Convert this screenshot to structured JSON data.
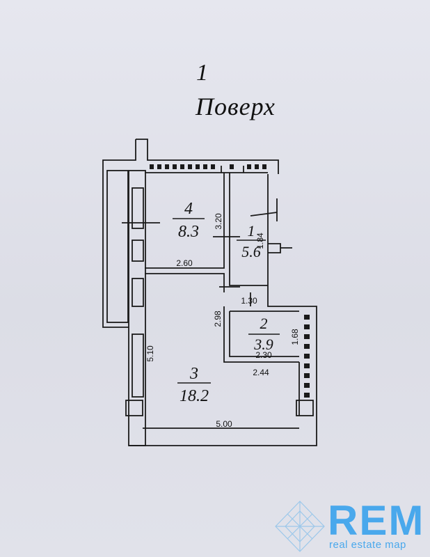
{
  "title": {
    "number": "1",
    "floor_label": "Поверх"
  },
  "rooms": [
    {
      "id": "4",
      "area": "8.3"
    },
    {
      "id": "1",
      "area": "5.6"
    },
    {
      "id": "2",
      "area": "3.9"
    },
    {
      "id": "3",
      "area": "18.2"
    }
  ],
  "dimensions": [
    "3.20",
    "2.60",
    "1.84",
    "1.30",
    "2.98",
    "1.68",
    "2.30",
    "2.44",
    "5.10",
    "5.00"
  ],
  "watermark": {
    "brand": "REM",
    "tagline": "real estate map"
  }
}
